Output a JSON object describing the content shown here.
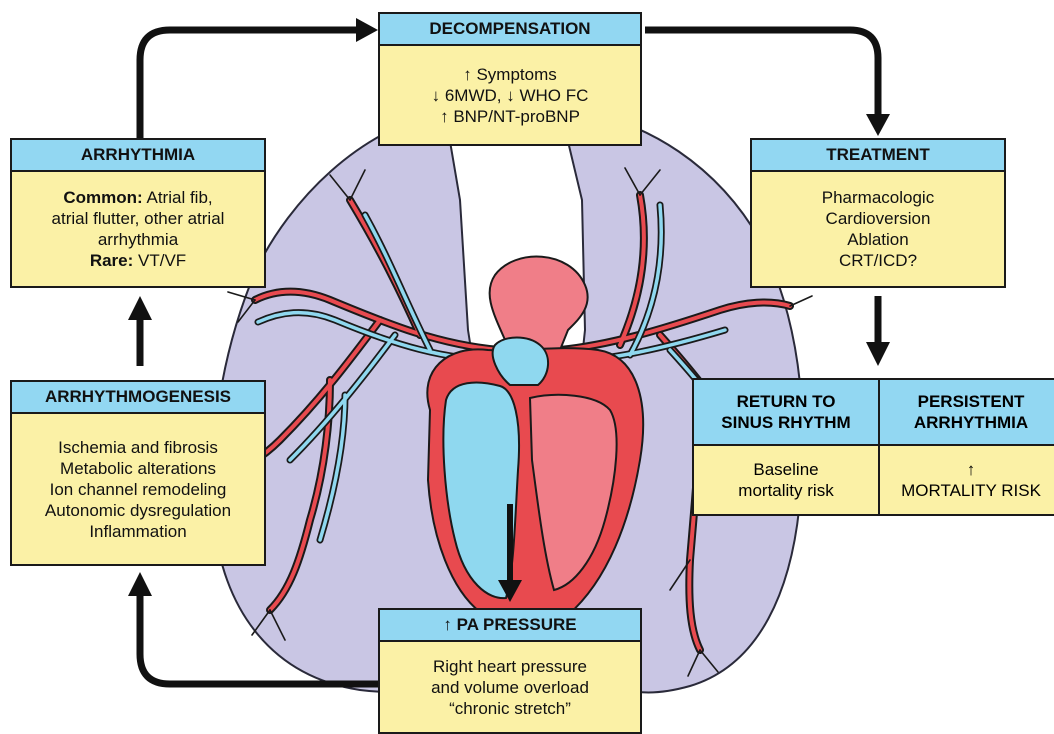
{
  "colors": {
    "box_fill": "#fbf1a6",
    "header_fill": "#92d7f2",
    "lung_fill": "#c9c6e4",
    "artery_red": "#e84a4f",
    "vessel_blue": "#8fd8ef",
    "arrow": "#111111"
  },
  "decompensation": {
    "title": "DECOMPENSATION",
    "lines": [
      "↑ Symptoms",
      "↓ 6MWD, ↓ WHO FC",
      "↑ BNP/NT-proBNP"
    ]
  },
  "arrhythmia": {
    "title": "ARRHYTHMIA",
    "common_label": "Common:",
    "common_text": " Atrial fib,",
    "line2": "atrial flutter, other atrial",
    "line3": "arrhythmia",
    "rare_label": "Rare:",
    "rare_text": " VT/VF"
  },
  "treatment": {
    "title": "TREATMENT",
    "lines": [
      "Pharmacologic",
      "Cardioversion",
      "Ablation",
      "CRT/ICD?"
    ]
  },
  "arrhythmogenesis": {
    "title": "ARRHYTHMOGENESIS",
    "lines": [
      "Ischemia and fibrosis",
      "Metabolic alterations",
      "Ion channel remodeling",
      "Autonomic dysregulation",
      "Inflammation"
    ]
  },
  "outcomes": {
    "sinus": {
      "title_lines": [
        "RETURN TO",
        "SINUS RHYTHM"
      ],
      "body_lines": [
        "Baseline",
        "mortality risk"
      ]
    },
    "persistent": {
      "title_lines": [
        "PERSISTENT",
        "ARRHYTHMIA"
      ],
      "body_lines": [
        "↑",
        "MORTALITY RISK"
      ]
    }
  },
  "pa_pressure": {
    "title": "↑ PA PRESSURE",
    "lines": [
      "Right heart pressure",
      "and volume overload",
      "“chronic stretch”"
    ]
  }
}
